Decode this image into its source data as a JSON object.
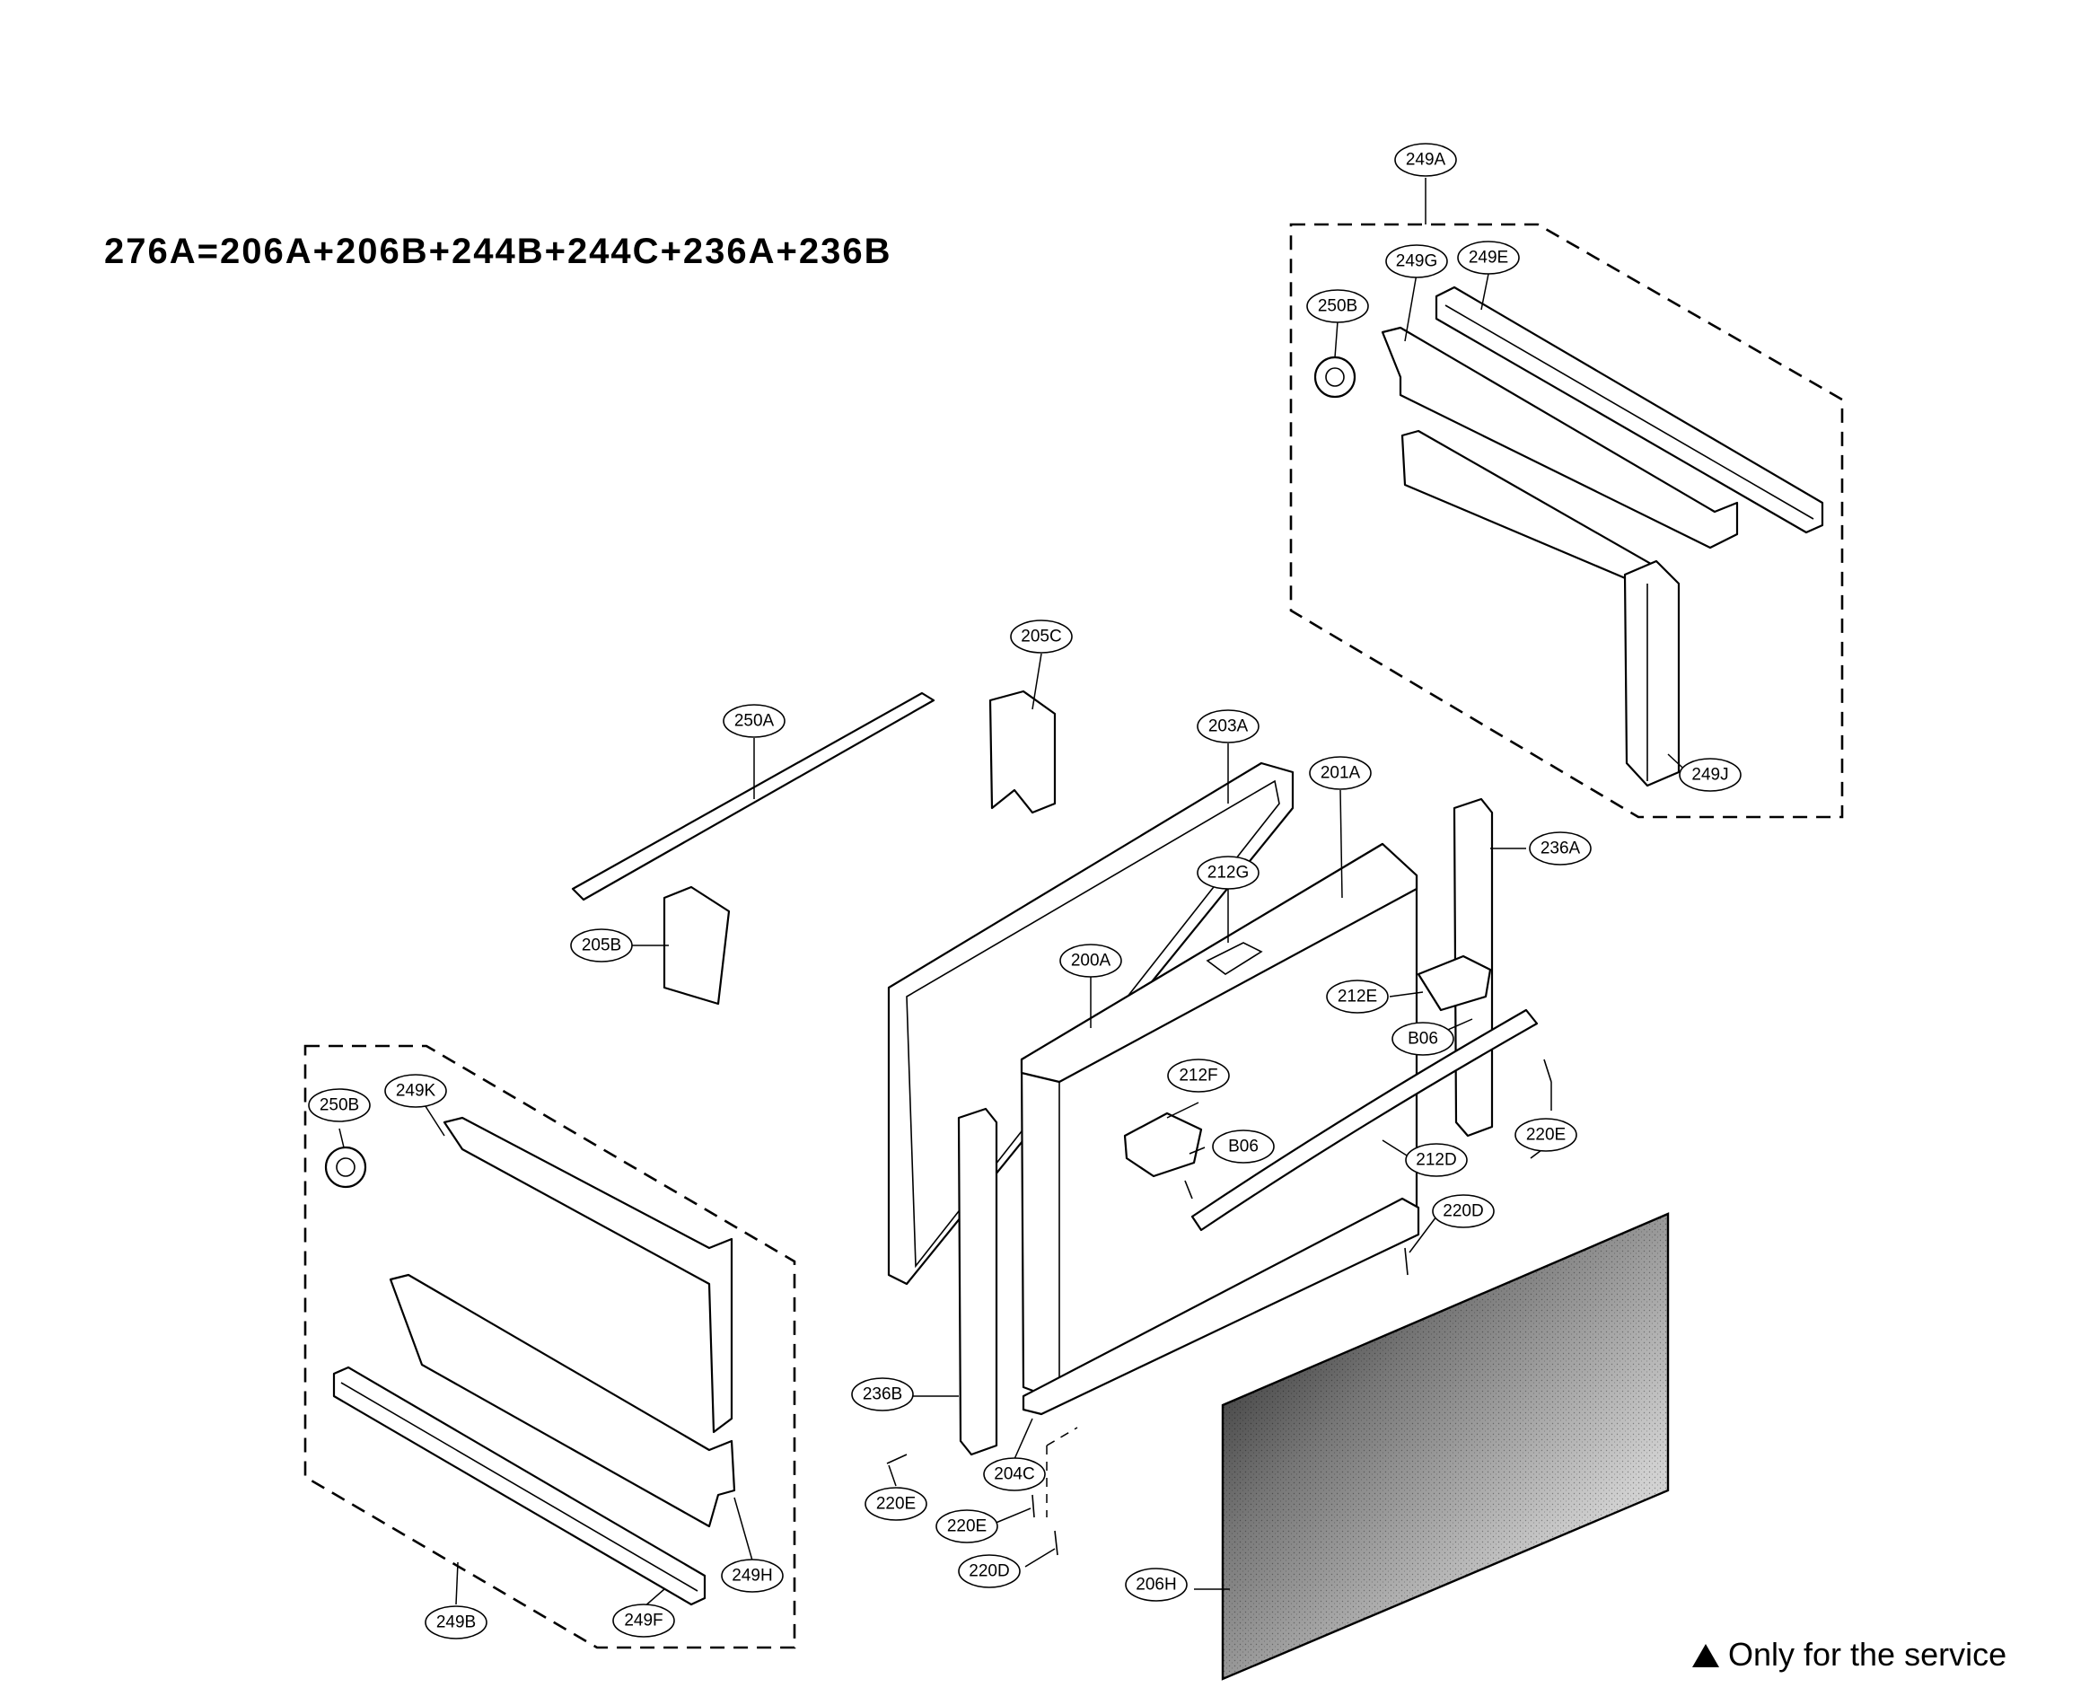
{
  "formula": "276A=206A+206B+244B+244C+236A+236B",
  "note": {
    "symbol": "triangle-icon",
    "text": "Only for the service"
  },
  "callouts": [
    {
      "id": "c-249A",
      "label": "249A"
    },
    {
      "id": "c-249G",
      "label": "249G"
    },
    {
      "id": "c-249E",
      "label": "249E"
    },
    {
      "id": "c-250B-top",
      "label": "250B"
    },
    {
      "id": "c-249J",
      "label": "249J"
    },
    {
      "id": "c-205C",
      "label": "205C"
    },
    {
      "id": "c-250A",
      "label": "250A"
    },
    {
      "id": "c-203A",
      "label": "203A"
    },
    {
      "id": "c-201A",
      "label": "201A"
    },
    {
      "id": "c-236A",
      "label": "236A"
    },
    {
      "id": "c-212G",
      "label": "212G"
    },
    {
      "id": "c-205B",
      "label": "205B"
    },
    {
      "id": "c-200A",
      "label": "200A"
    },
    {
      "id": "c-212E",
      "label": "212E"
    },
    {
      "id": "c-B06-right",
      "label": "B06"
    },
    {
      "id": "c-212F",
      "label": "212F"
    },
    {
      "id": "c-B06-center",
      "label": "B06"
    },
    {
      "id": "c-220E-right",
      "label": "220E"
    },
    {
      "id": "c-212D",
      "label": "212D"
    },
    {
      "id": "c-220D-upper",
      "label": "220D"
    },
    {
      "id": "c-250B-left",
      "label": "250B"
    },
    {
      "id": "c-249K",
      "label": "249K"
    },
    {
      "id": "c-236B",
      "label": "236B"
    },
    {
      "id": "c-204C",
      "label": "204C"
    },
    {
      "id": "c-220E-left",
      "label": "220E"
    },
    {
      "id": "c-220E-bottom",
      "label": "220E"
    },
    {
      "id": "c-220D-lower",
      "label": "220D"
    },
    {
      "id": "c-206H",
      "label": "206H"
    },
    {
      "id": "c-249H",
      "label": "249H"
    },
    {
      "id": "c-249F",
      "label": "249F"
    },
    {
      "id": "c-249B",
      "label": "249B"
    }
  ]
}
